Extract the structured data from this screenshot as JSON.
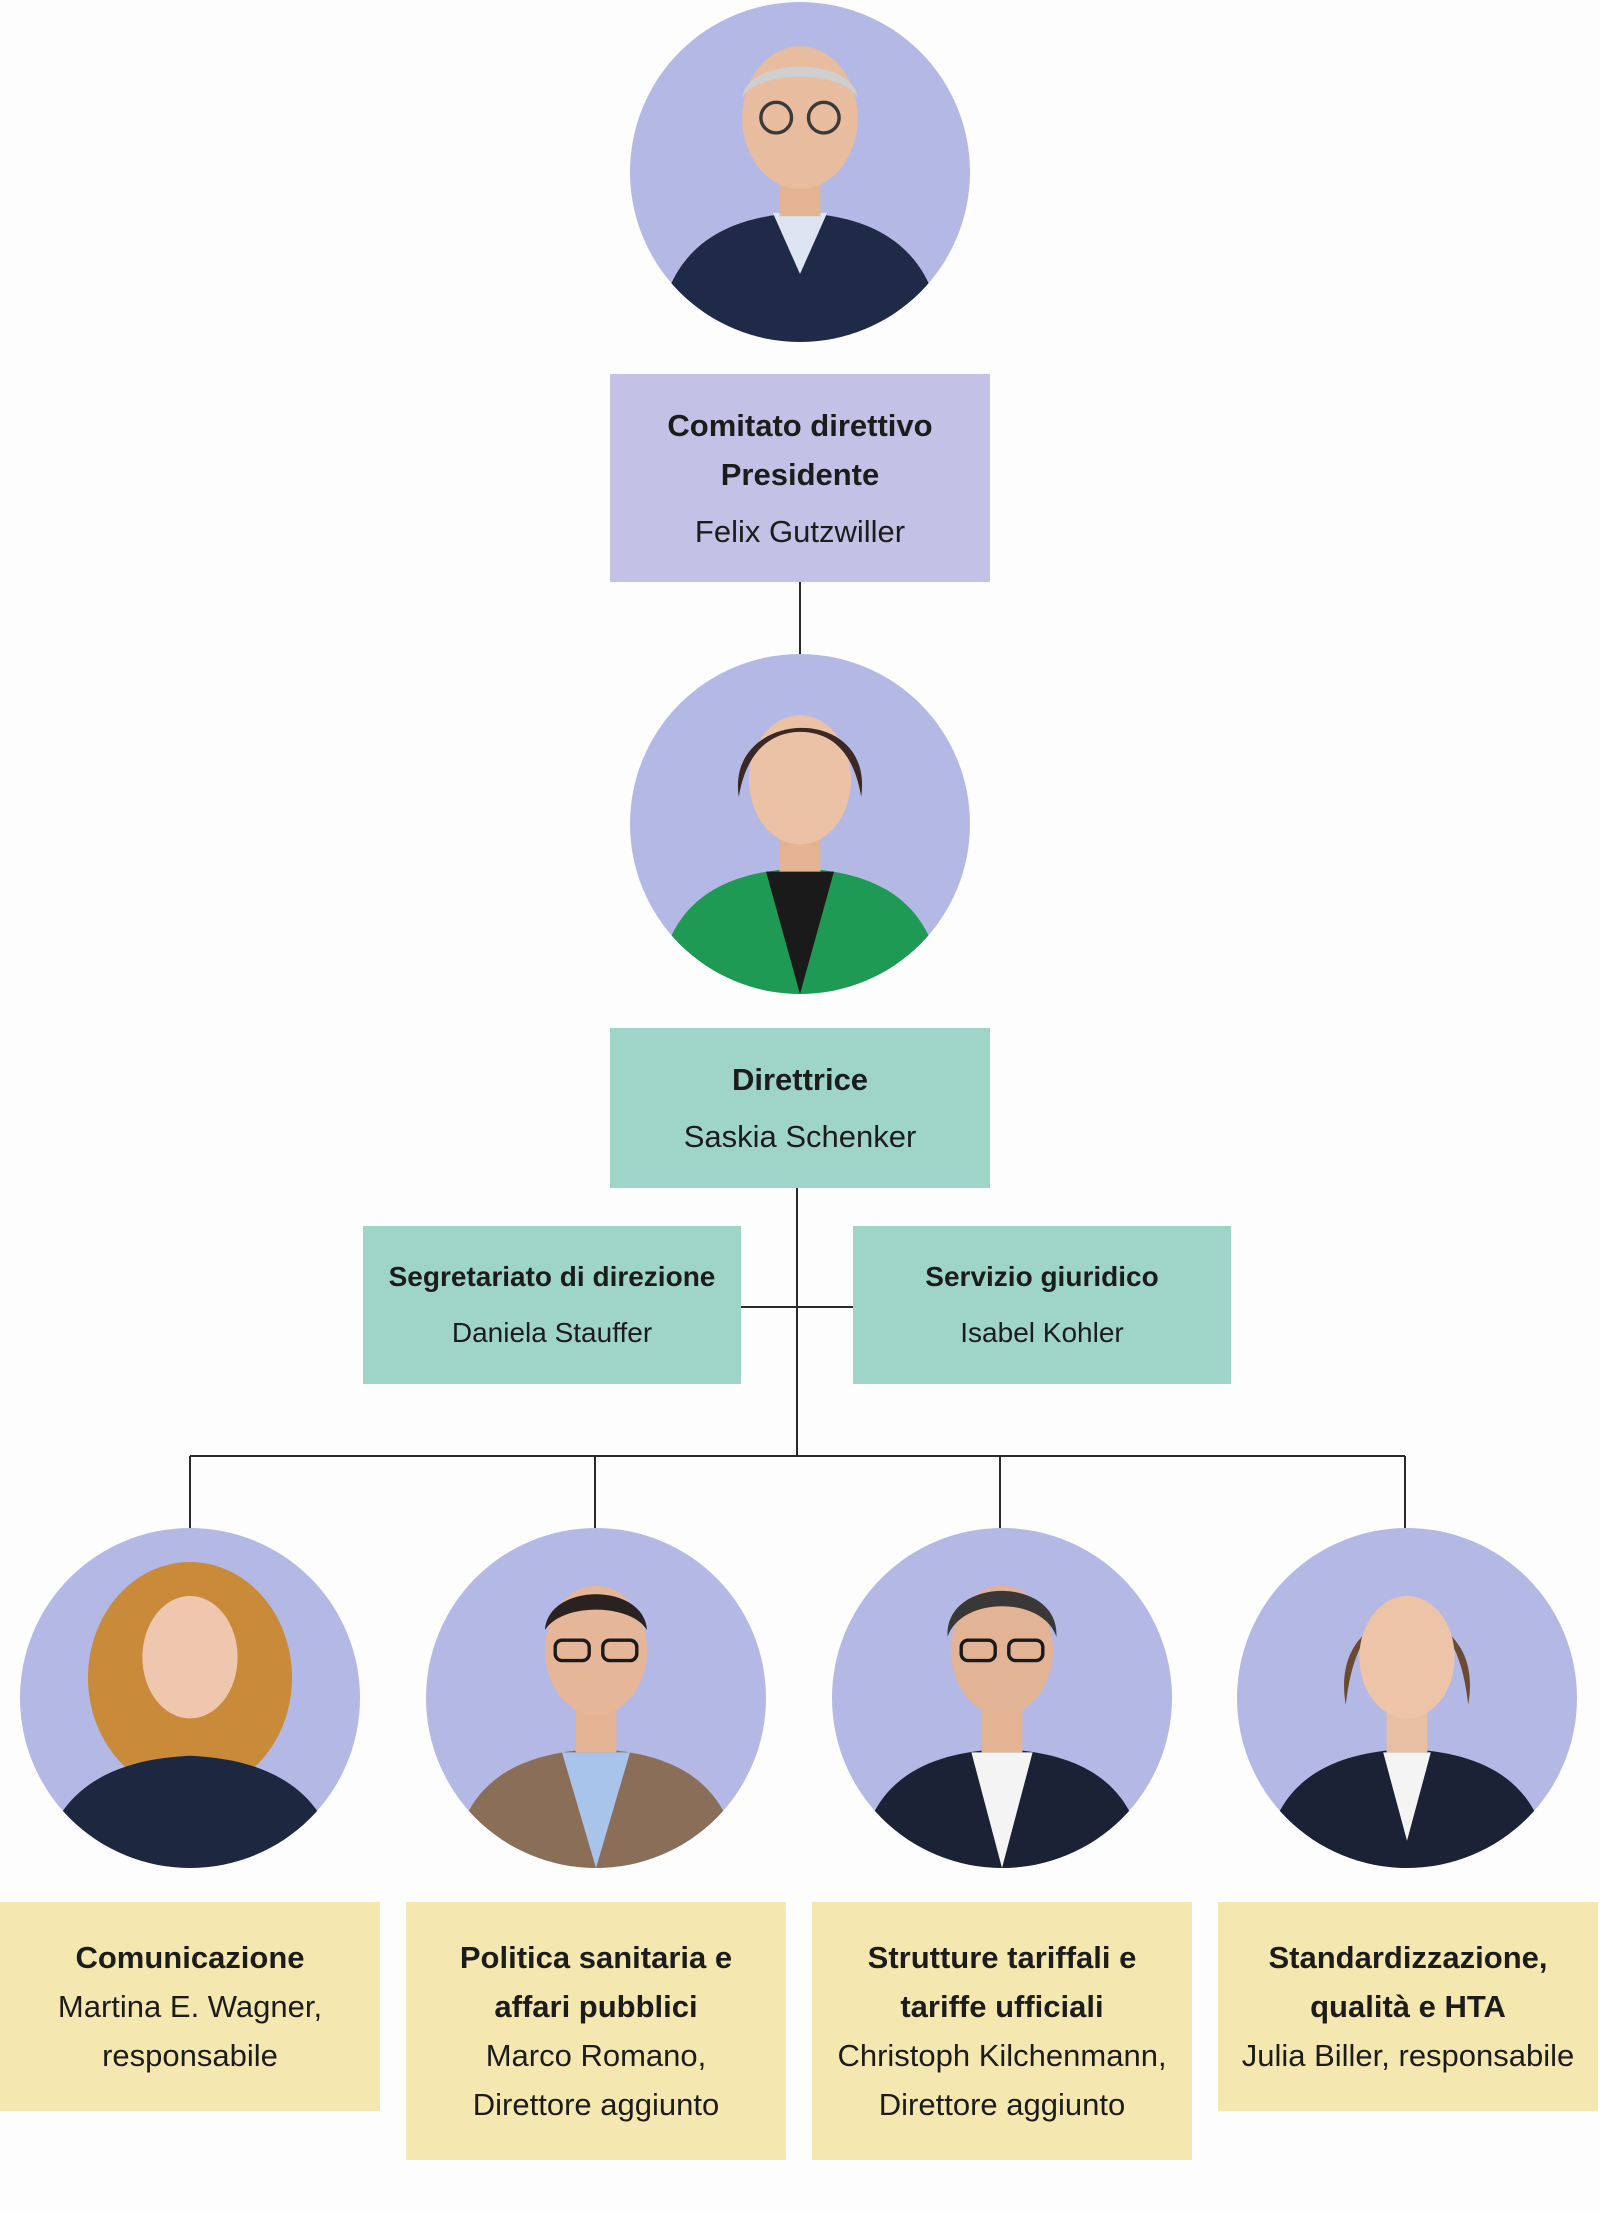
{
  "chairman": {
    "title_line1": "Comitato direttivo",
    "title_line2": "Presidente",
    "name": "Felix Gutzwiller"
  },
  "director": {
    "title": "Direttrice",
    "name": "Saskia Schenker"
  },
  "staff": [
    {
      "title": "Segretariato di direzione",
      "name": "Daniela Stauffer"
    },
    {
      "title": "Servizio giuridico",
      "name": "Isabel Kohler"
    }
  ],
  "departments": [
    {
      "title_line1": "Comunicazione",
      "title_line2": "",
      "name_line1": "Martina E. Wagner,",
      "name_line2": "responsabile"
    },
    {
      "title_line1": "Politica sanitaria e",
      "title_line2": "affari pubblici",
      "name_line1": "Marco Romano,",
      "name_line2": "Direttore aggiunto"
    },
    {
      "title_line1": "Strutture tariffali e",
      "title_line2": "tariffe ufficiali",
      "name_line1": "Christoph Kilchenmann,",
      "name_line2": "Direttore aggiunto"
    },
    {
      "title_line1": "Standardizzazione,",
      "title_line2": "qualità e HTA",
      "name_line1": "Julia Biller, responsabile",
      "name_line2": ""
    }
  ],
  "colors": {
    "chairman_box": "#c3c1e5",
    "director_box": "#9fd4c9",
    "department_box": "#f4e8b0",
    "photo_background": "#b4b8e4",
    "connector": "#2b2b2b"
  }
}
